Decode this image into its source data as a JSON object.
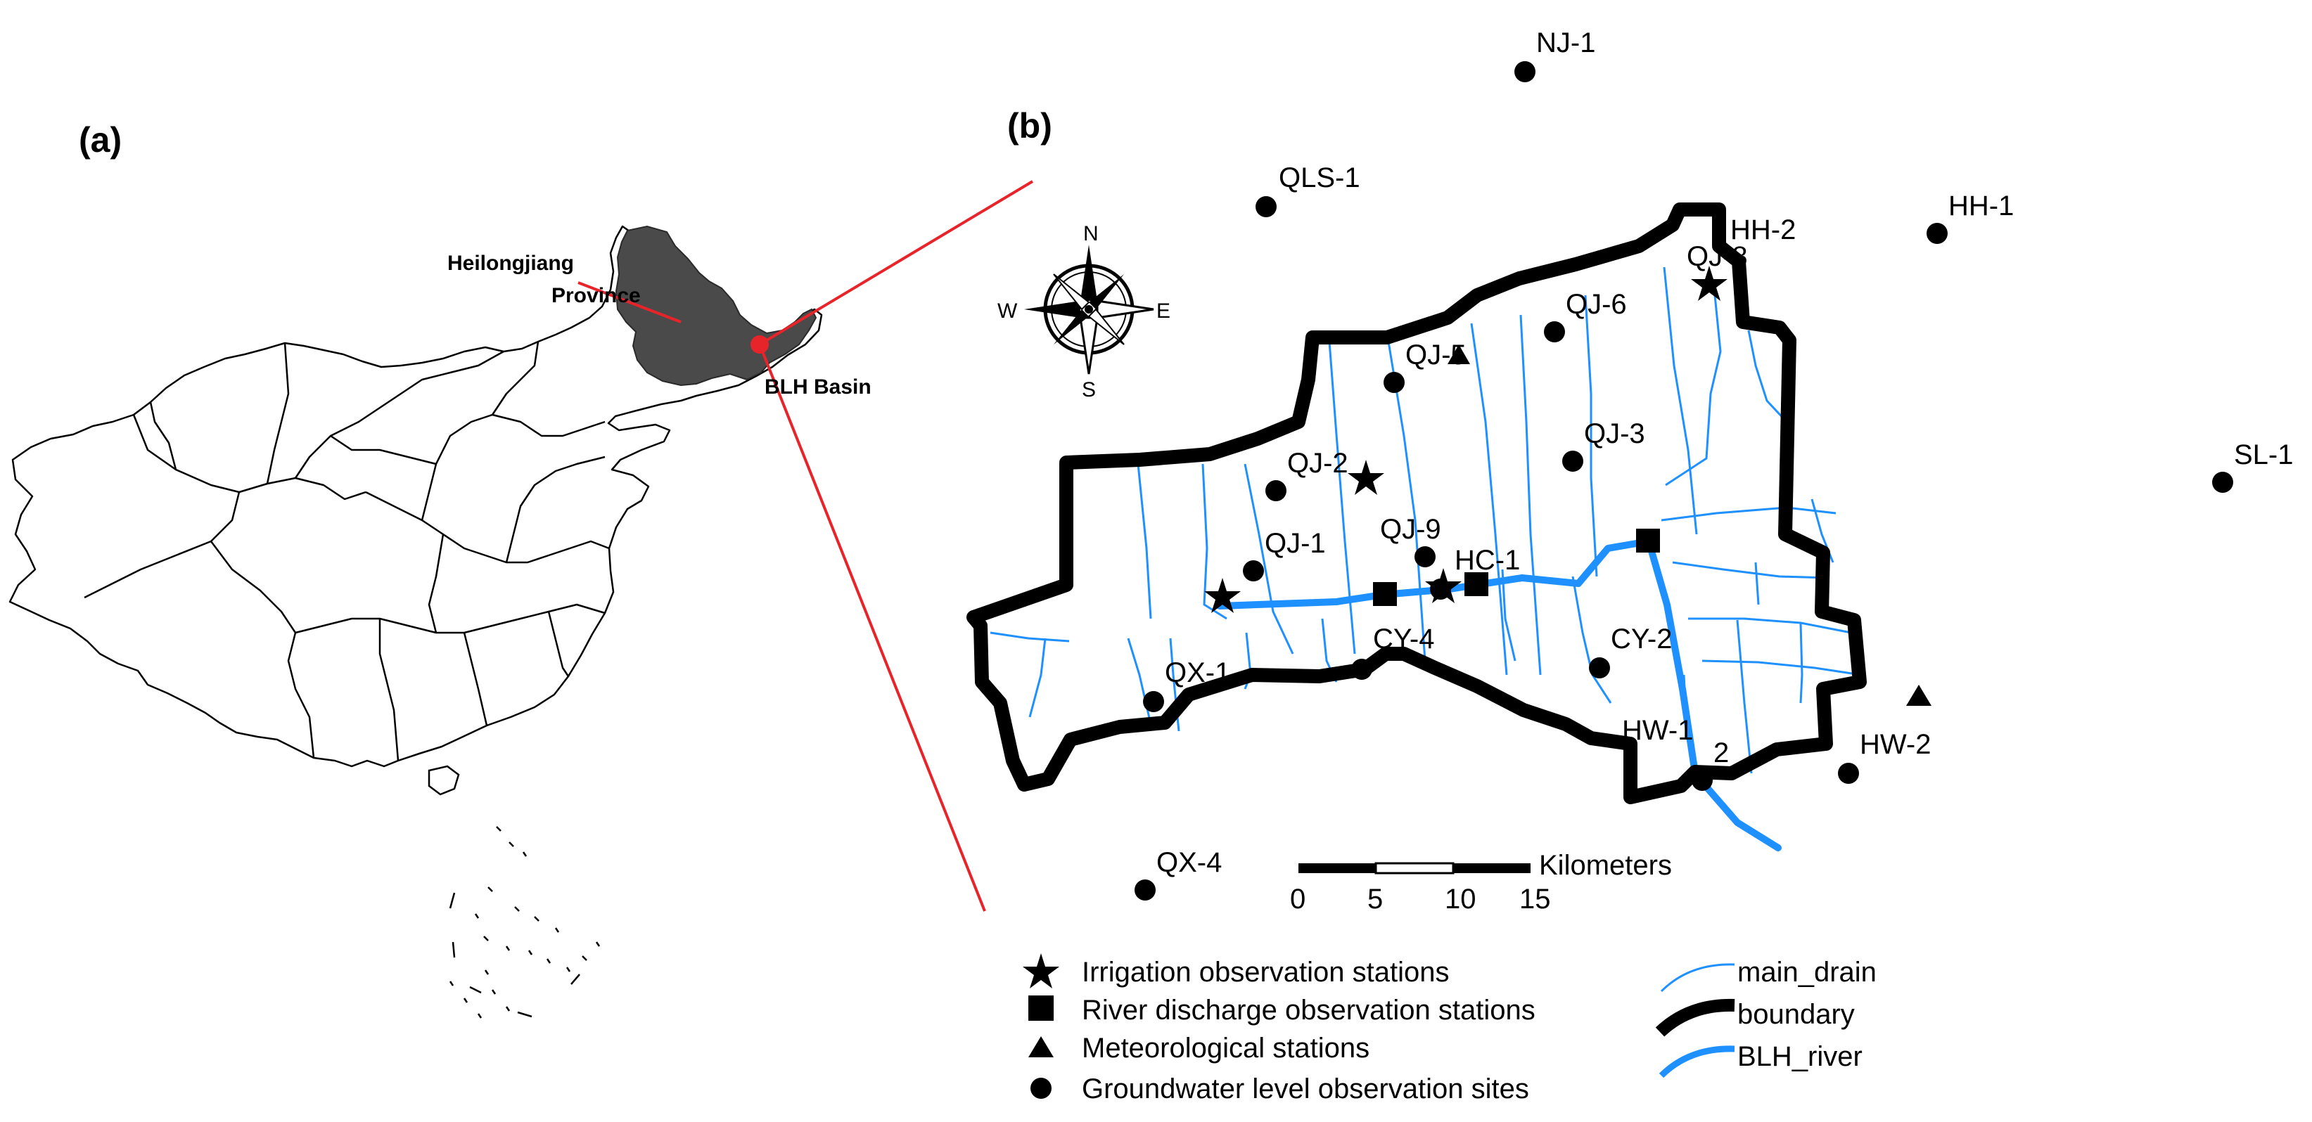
{
  "panels": {
    "a_label": "(a)",
    "b_label": "(b)"
  },
  "callouts": {
    "province_line1": "Heilongjiang",
    "province_line2": "Province",
    "basin": "BLH Basin"
  },
  "compass": {
    "n": "N",
    "s": "S",
    "e": "E",
    "w": "W"
  },
  "scale_bar": {
    "unit": "Kilometers",
    "ticks": [
      "0",
      "5",
      "10",
      "15"
    ]
  },
  "site_labels": {
    "nj1": "NJ-1",
    "qls1": "QLS-1",
    "hh1": "HH-1",
    "hh2": "HH-2",
    "sl1": "SL-1",
    "qj6": "QJ-6",
    "qj5": "QJ-5",
    "qj8": "QJ-8",
    "qj3": "QJ-3",
    "qj2": "QJ-2",
    "qj1": "QJ-1",
    "qj9": "QJ-9",
    "hc1": "HC-1",
    "cy4": "CY-4",
    "cy2": "CY-2",
    "qx1": "QX-1",
    "hw1": "HW-1",
    "hw2": "HW-2",
    "qx4": "QX-4",
    "hw_partial": "2"
  },
  "legend": {
    "irrigation": "Irrigation observation stations",
    "discharge": "River discharge observation stations",
    "meteorological": "Meteorological stations",
    "groundwater": "Groundwater level observation sites",
    "main_drain": "main_drain",
    "boundary": "boundary",
    "river": "BLH_river"
  },
  "colors": {
    "drain": "#1e90ff",
    "river": "#1e90ff",
    "boundary": "#000000",
    "callout_line": "#e8242b",
    "province_fill": "#4a4a4a",
    "basin_dot": "#e8242b"
  }
}
